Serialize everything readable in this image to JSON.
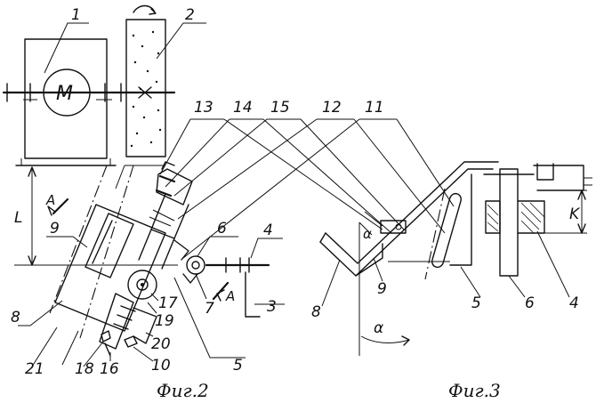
{
  "motor_symbol": "M",
  "dimension_L": "L",
  "dimension_K": "K",
  "angle_symbol": "α",
  "section_letter": "A",
  "fig2_caption": "Фиг.2",
  "fig3_caption": "Фиг.3",
  "fig2_labels": {
    "l1": "1",
    "l2": "2",
    "l3": "3",
    "l4": "4",
    "l5": "5",
    "l6": "6",
    "l7": "7",
    "l8": "8",
    "l9": "9",
    "l10": "10",
    "l13": "13",
    "l14": "14",
    "l15": "15",
    "l12": "12",
    "l11": "11",
    "l16": "16",
    "l17": "17",
    "l18": "18",
    "l19": "19",
    "l20": "20",
    "l21": "21"
  },
  "fig3_labels": {
    "l8": "8",
    "l9": "9",
    "l5": "5",
    "l6": "6",
    "l4": "4"
  }
}
